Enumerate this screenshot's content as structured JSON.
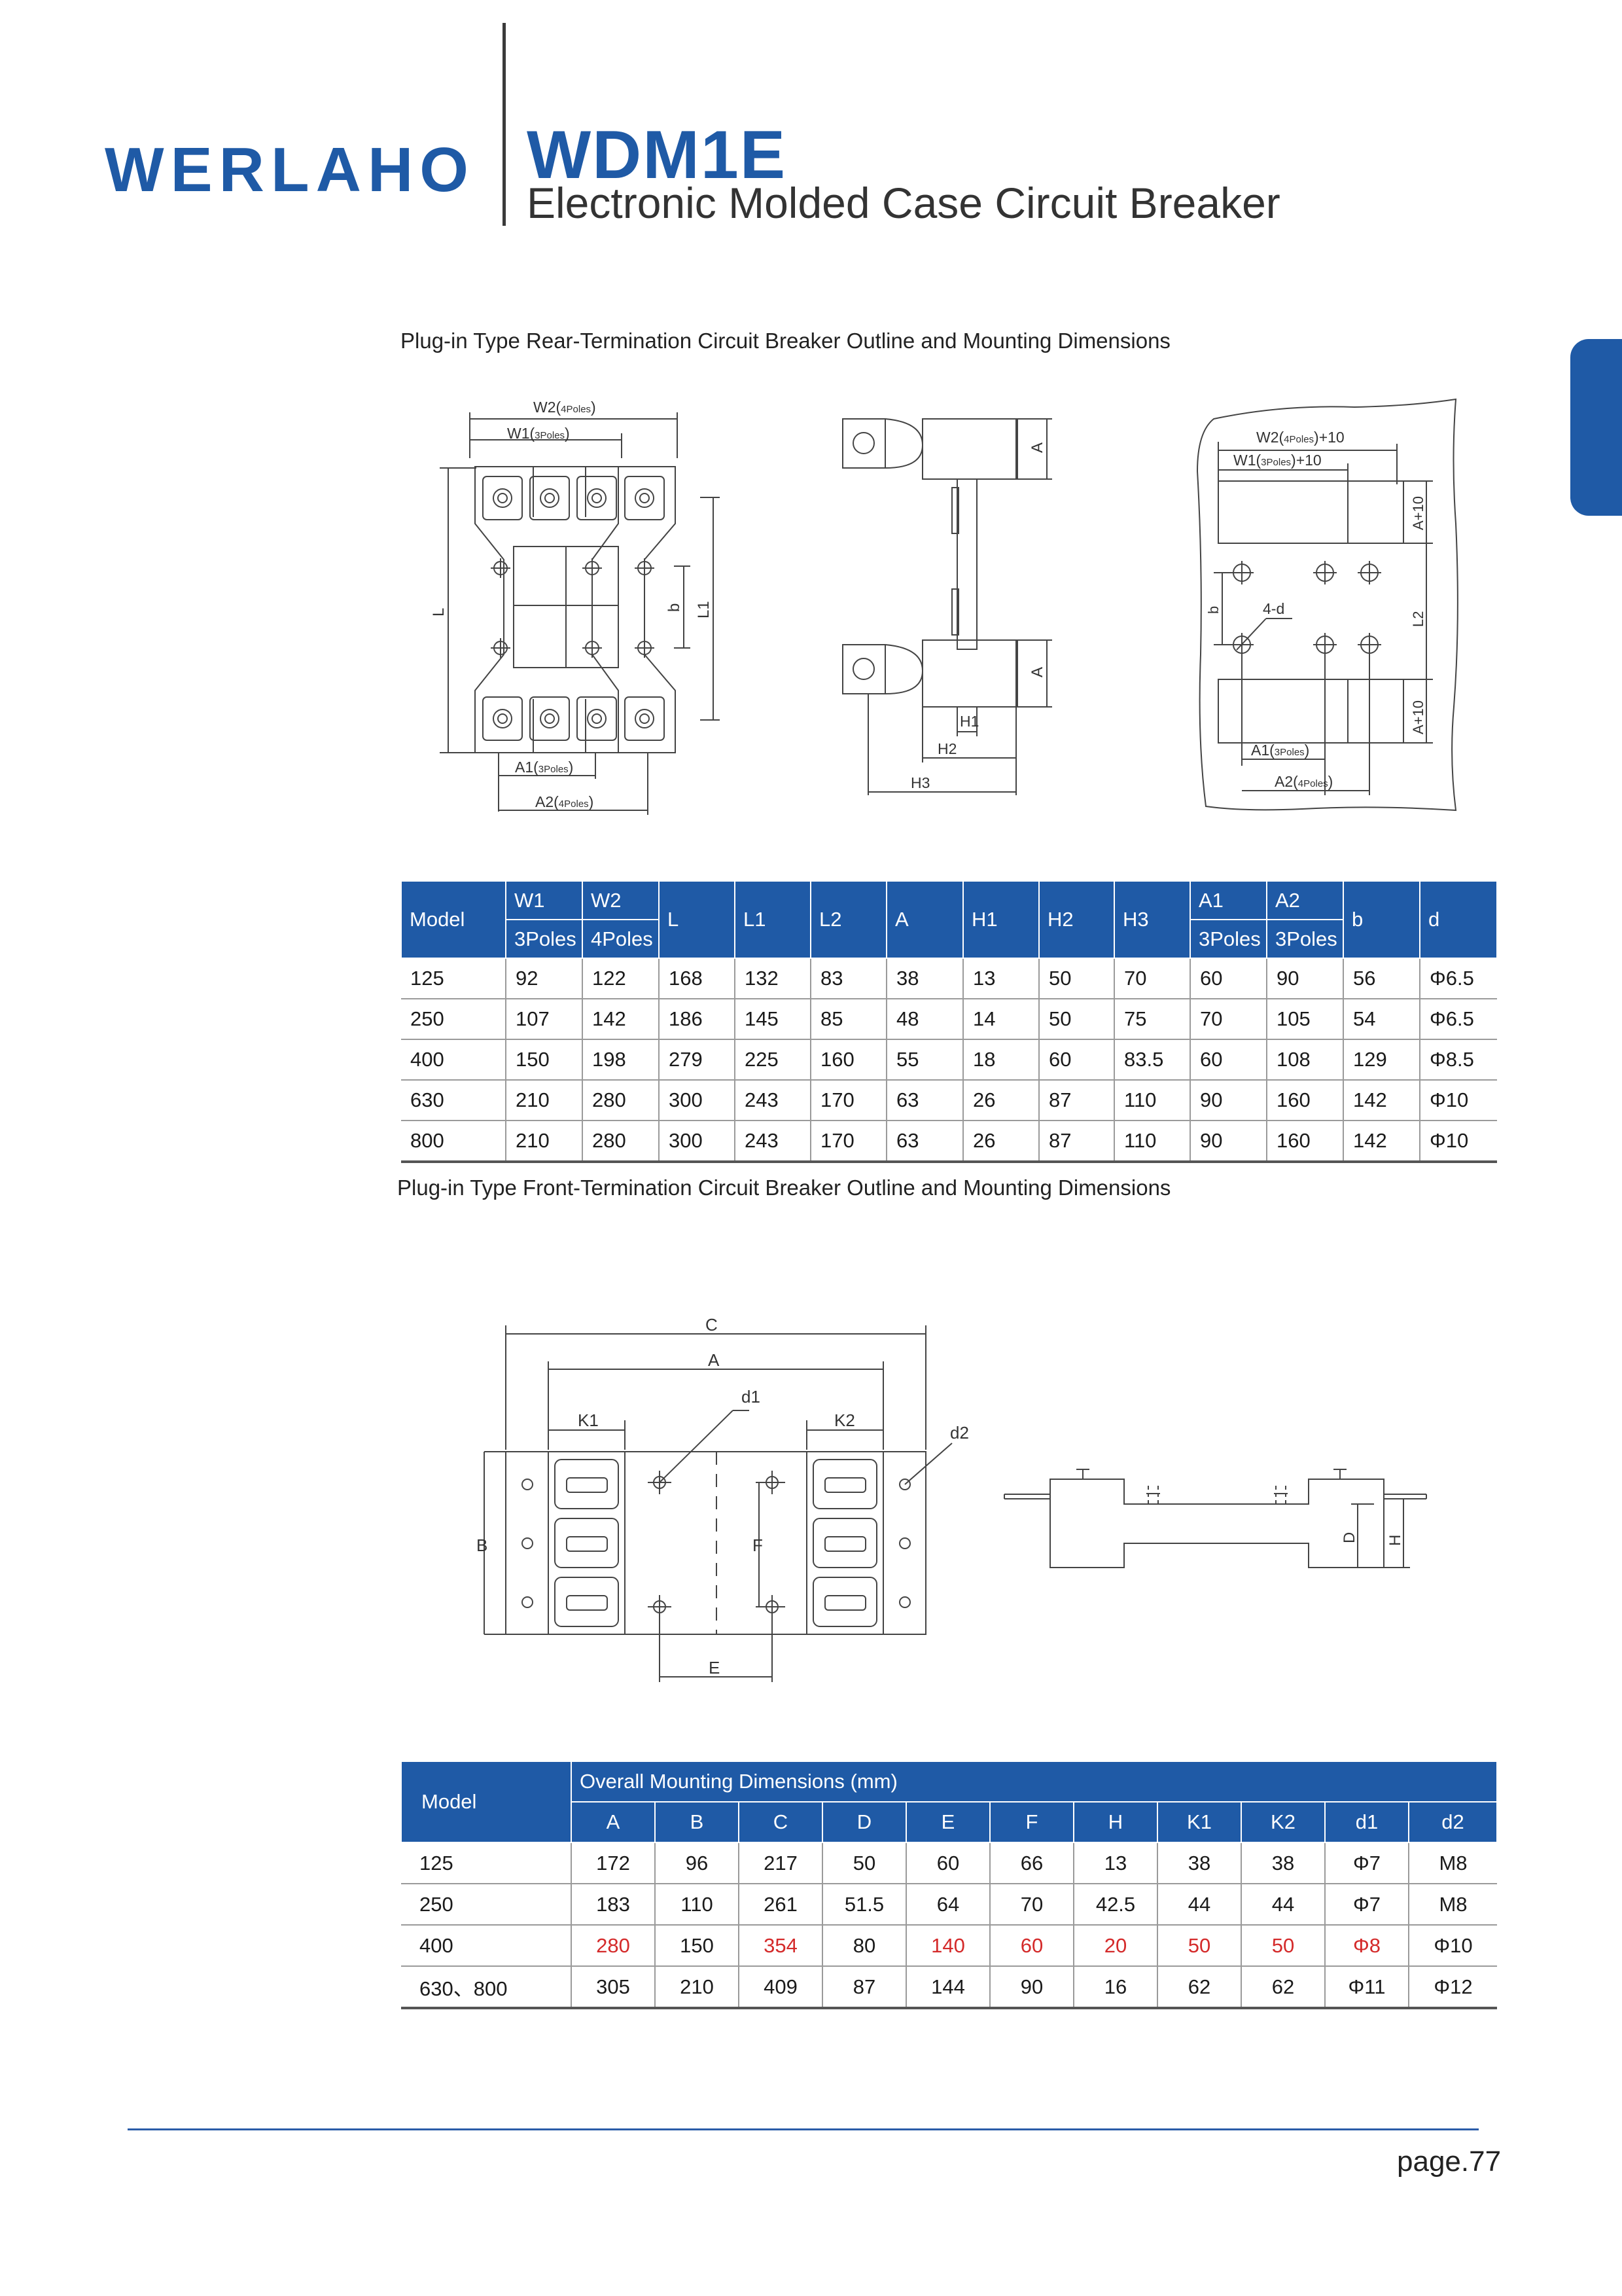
{
  "header": {
    "brand": "WERLAHO",
    "product": "WDM1E",
    "subtitle": "Electronic Molded Case Circuit Breaker"
  },
  "sections": {
    "rear_title": "Plug-in Type Rear-Termination Circuit Breaker Outline and Mounting Dimensions",
    "front_title": "Plug-in Type Front-Termination Circuit Breaker Outline and Mounting Dimensions"
  },
  "rear_drawing": {
    "front_labels": {
      "w2": "W2(",
      "w2_sub": "4Poles",
      "w1": "W1(",
      "w1_sub": "3Poles",
      "a1": "A1(",
      "a1_sub": "3Poles",
      "a2": "A2(",
      "a2_sub": "4Poles",
      "l": "L",
      "l1": "L1",
      "b": "b",
      "close": ")"
    },
    "side_labels": {
      "a": "A",
      "h1": "H1",
      "h2": "H2",
      "h3": "H3"
    },
    "panel_labels": {
      "w2": "W2(",
      "w2_sub": "4Poles",
      "w2_tail": ")+10",
      "w1": "W1(",
      "w1_sub": "3Poles",
      "w1_tail": ")+10",
      "a10": "A+10",
      "l2": "L2",
      "b": "b",
      "hole": "4-d",
      "a1": "A1(",
      "a1_sub": "3Poles",
      "a2": "A2(",
      "a2_sub": "4Poles",
      "close": ")"
    }
  },
  "front_drawing": {
    "labels": {
      "c": "C",
      "a": "A",
      "k1": "K1",
      "k2": "K2",
      "d1": "d1",
      "d2": "d2",
      "b": "B",
      "f": "F",
      "e": "E",
      "d": "D",
      "h": "H"
    }
  },
  "table_rear": {
    "model_header": "Model",
    "group_headers": [
      "W1",
      "W2",
      "L",
      "L1",
      "L2",
      "A",
      "H1",
      "H2",
      "H3",
      "A1",
      "A2",
      "b",
      "d"
    ],
    "sub_headers": {
      "w1": "3Poles",
      "w2": "4Poles",
      "a1": "3Poles",
      "a2": "3Poles"
    },
    "rows": [
      [
        "125",
        "92",
        "122",
        "168",
        "132",
        "83",
        "38",
        "13",
        "50",
        "70",
        "60",
        "90",
        "56",
        "Φ6.5"
      ],
      [
        "250",
        "107",
        "142",
        "186",
        "145",
        "85",
        "48",
        "14",
        "50",
        "75",
        "70",
        "105",
        "54",
        "Φ6.5"
      ],
      [
        "400",
        "150",
        "198",
        "279",
        "225",
        "160",
        "55",
        "18",
        "60",
        "83.5",
        "60",
        "108",
        "129",
        "Φ8.5"
      ],
      [
        "630",
        "210",
        "280",
        "300",
        "243",
        "170",
        "63",
        "26",
        "87",
        "110",
        "90",
        "160",
        "142",
        "Φ10"
      ],
      [
        "800",
        "210",
        "280",
        "300",
        "243",
        "170",
        "63",
        "26",
        "87",
        "110",
        "90",
        "160",
        "142",
        "Φ10"
      ]
    ]
  },
  "table_front": {
    "model_header": "Model",
    "group_header": "Overall Mounting Dimensions (mm)",
    "columns": [
      "A",
      "B",
      "C",
      "D",
      "E",
      "F",
      "H",
      "K1",
      "K2",
      "d1",
      "d2"
    ],
    "rows": [
      [
        "125",
        "172",
        "96",
        "217",
        "50",
        "60",
        "66",
        "13",
        "38",
        "38",
        "Φ7",
        "M8"
      ],
      [
        "250",
        "183",
        "110",
        "261",
        "51.5",
        "64",
        "70",
        "42.5",
        "44",
        "44",
        "Φ7",
        "M8"
      ],
      [
        "400",
        "280",
        "150",
        "354",
        "80",
        "140",
        "60",
        "20",
        "50",
        "50",
        "Φ8",
        "Φ10"
      ],
      [
        "630、800",
        "305",
        "210",
        "409",
        "87",
        "144",
        "90",
        "16",
        "62",
        "62",
        "Φ11",
        "Φ12"
      ]
    ],
    "highlight_color": "#d42a2a"
  },
  "colors": {
    "brand": "#1f5aa6",
    "header_rule": "#3a3a3a",
    "footer_rule": "#2a5ca8"
  },
  "footer": {
    "page": "page.77"
  }
}
